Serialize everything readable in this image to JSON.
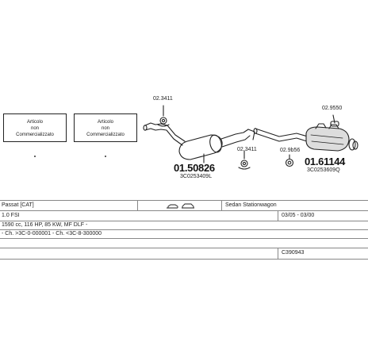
{
  "placeholders": [
    {
      "line1": "Articolo",
      "line2": "non",
      "line3": "Commercializzato"
    },
    {
      "line1": "Articolo",
      "line2": "non",
      "line3": "Commercializzato"
    }
  ],
  "parts": {
    "clamp_left": "02.3411",
    "front_silencer_pn": "01.50826",
    "front_silencer_oem": "3C0253409L",
    "clamp_middle": "02.3411",
    "rear_silencer_pn": "01.61144",
    "rear_silencer_oem": "3C0253609Q",
    "hanger_rear": "02.9550",
    "clamp_rear": "02.9b56"
  },
  "vehicle": {
    "model": "Passat [CAT]",
    "body": "Sedan Stationwagon",
    "engine": "1.0 FSI",
    "years": "03/05 - 03/00",
    "spec": "1590 cc, 116 HP, 85 KW, MF DLF -",
    "chassis": "- Ch. >3C-0-000001 - Ch. <3C-8-300000",
    "code": "C390943"
  },
  "colors": {
    "line": "#222222",
    "grid": "#888888"
  }
}
